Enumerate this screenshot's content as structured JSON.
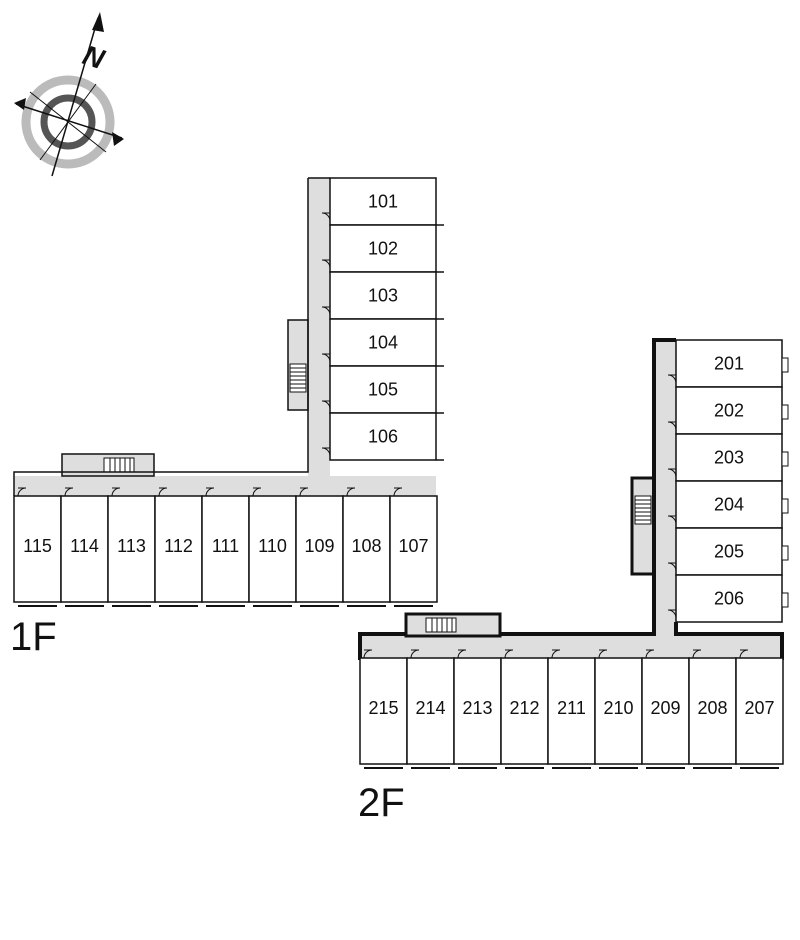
{
  "compass": {
    "north_label": "N"
  },
  "floors": [
    {
      "label": "1F",
      "wing_rooms": [
        "101",
        "102",
        "103",
        "104",
        "105",
        "106"
      ],
      "row_rooms": [
        "115",
        "114",
        "113",
        "112",
        "111",
        "110",
        "109",
        "108",
        "107"
      ]
    },
    {
      "label": "2F",
      "wing_rooms": [
        "201",
        "202",
        "203",
        "204",
        "205",
        "206"
      ],
      "row_rooms": [
        "215",
        "214",
        "213",
        "212",
        "211",
        "210",
        "209",
        "208",
        "207"
      ]
    }
  ],
  "colors": {
    "corridor": "#dedede",
    "line": "#111111",
    "compass_ring": "#bbbbbb"
  }
}
